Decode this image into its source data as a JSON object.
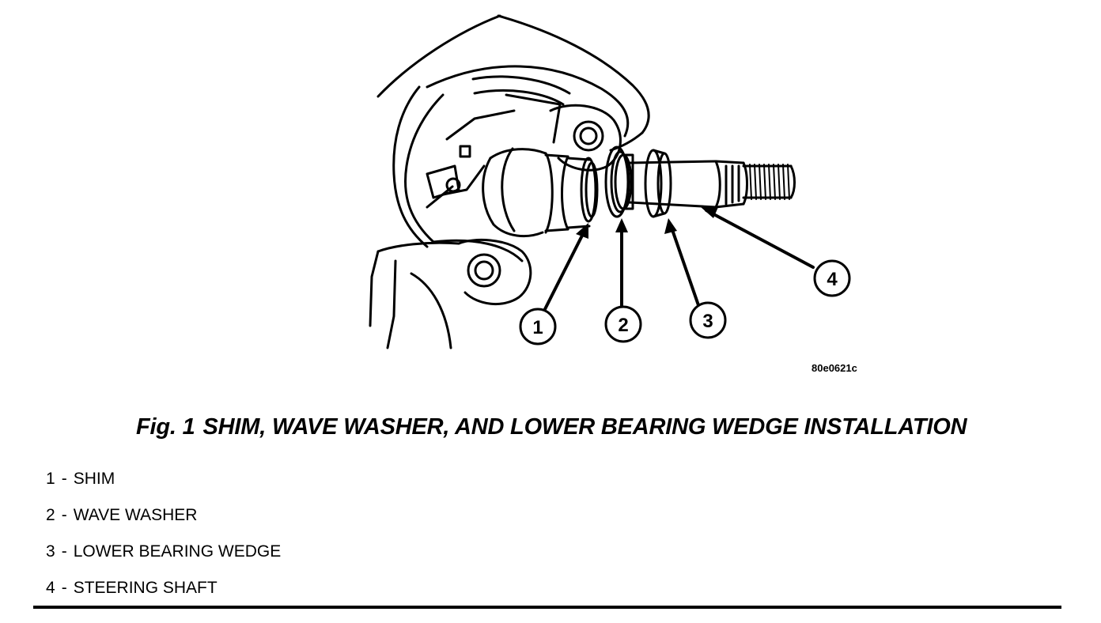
{
  "figure": {
    "id_code": "80e0621c",
    "callouts": [
      "1",
      "2",
      "3",
      "4"
    ]
  },
  "caption": {
    "prefix": "Fig. 1",
    "text": "SHIM, WAVE WASHER, AND LOWER BEARING WEDGE INSTALLATION"
  },
  "legend": [
    {
      "num": "1",
      "sep": "-",
      "label": "SHIM"
    },
    {
      "num": "2",
      "sep": "-",
      "label": "WAVE WASHER"
    },
    {
      "num": "3",
      "sep": "-",
      "label": "LOWER BEARING WEDGE"
    },
    {
      "num": "4",
      "sep": "-",
      "label": "STEERING SHAFT"
    }
  ]
}
